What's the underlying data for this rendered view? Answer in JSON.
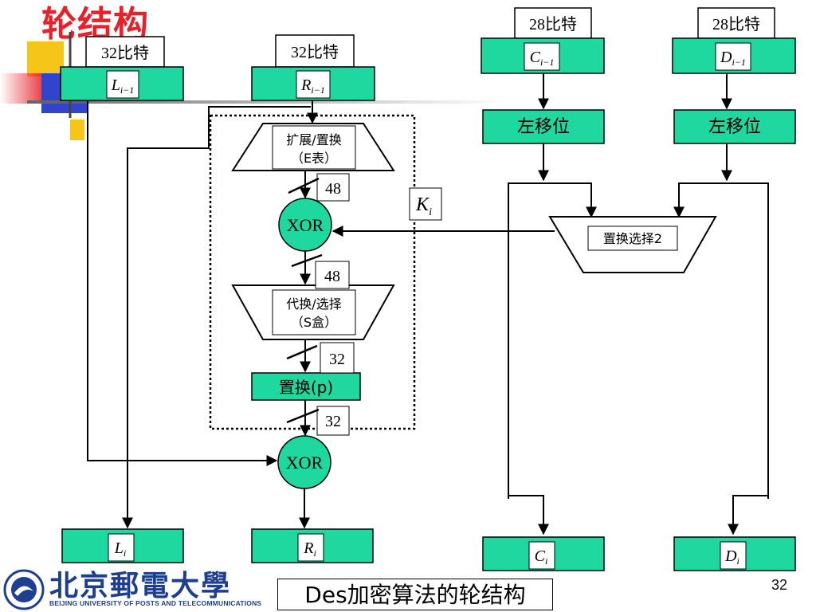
{
  "slide": {
    "title": "轮结构",
    "caption": "Des加密算法的轮结构",
    "page_number": "32",
    "logo": {
      "cn": "北京郵電大學",
      "en": "BEIJING UNIVERSITY OF POSTS AND TELECOMMUNICATIONS"
    }
  },
  "diagram": {
    "bit_labels": {
      "left_32": "32比特",
      "right_32": "32比特",
      "c_28": "28比特",
      "d_28": "28比特"
    },
    "inputs": {
      "L_prev": {
        "base": "L",
        "sub": "i−1"
      },
      "R_prev": {
        "base": "R",
        "sub": "i−1"
      },
      "C_prev": {
        "base": "C",
        "sub": "i−1"
      },
      "D_prev": {
        "base": "D",
        "sub": "i−1"
      }
    },
    "outputs": {
      "L": {
        "base": "L",
        "sub": "i"
      },
      "R": {
        "base": "R",
        "sub": "i"
      },
      "C": {
        "base": "C",
        "sub": "i"
      },
      "D": {
        "base": "D",
        "sub": "i"
      }
    },
    "shift_left_c": "左移位",
    "shift_left_d": "左移位",
    "expansion": {
      "line1": "扩展/置换",
      "line2": "（E表）"
    },
    "xor1": "XOR",
    "xor2": "XOR",
    "sbox": {
      "line1": "代换/选择",
      "line2": "（S盒）"
    },
    "permutation_p": "置换(p)",
    "pc2": "置换选择2",
    "subkey": {
      "base": "K",
      "sub": "i"
    },
    "widths": {
      "after_e": "48",
      "after_xor": "48",
      "after_s": "32",
      "after_p": "32"
    }
  },
  "colors": {
    "register_fill": "#1fd8a0",
    "title_red": "#e8202a",
    "logo_blue": "#1e3f8f",
    "deco_yellow": "#f5c518",
    "deco_red": "#e8202a",
    "deco_blue": "#3344cc"
  }
}
